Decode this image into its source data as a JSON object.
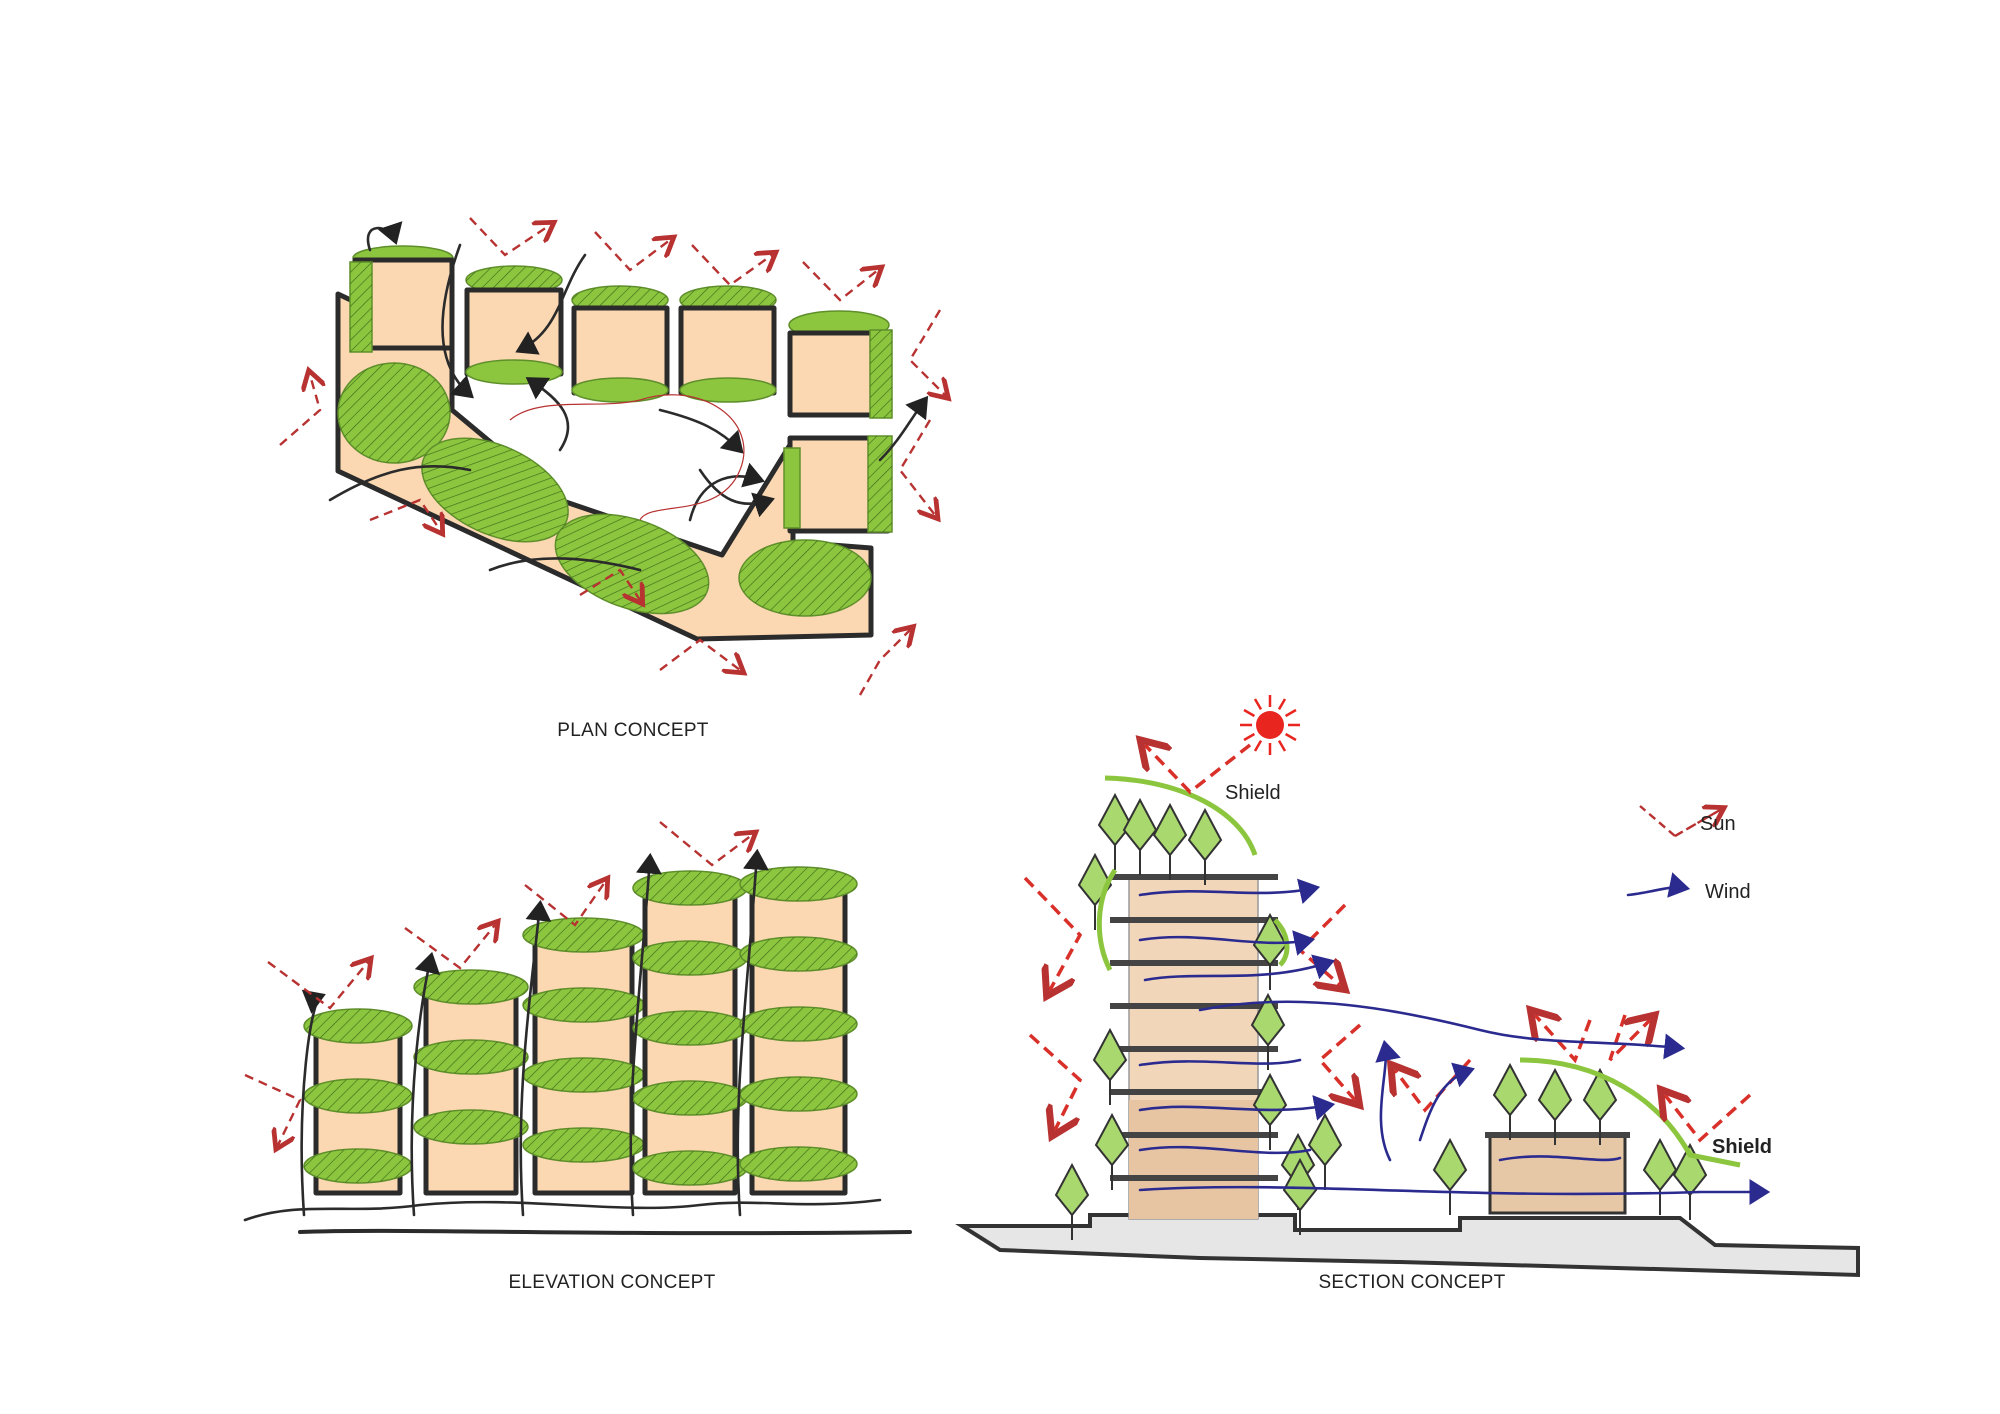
{
  "diagrams": {
    "plan": {
      "label": "PLAN CONCEPT"
    },
    "elevation": {
      "label": "ELEVATION CONCEPT"
    },
    "section": {
      "label": "SECTION CONCEPT",
      "shield_top": "Shield",
      "shield_right": "Shield",
      "legend": {
        "sun": "Sun",
        "wind": "Wind"
      }
    }
  },
  "colors": {
    "greenery": "#8cc63f",
    "building": "#fbd8b2",
    "sun_arrow": "#b83232",
    "wind_arrow": "#2b2b8f",
    "sun": "#e8261f"
  }
}
